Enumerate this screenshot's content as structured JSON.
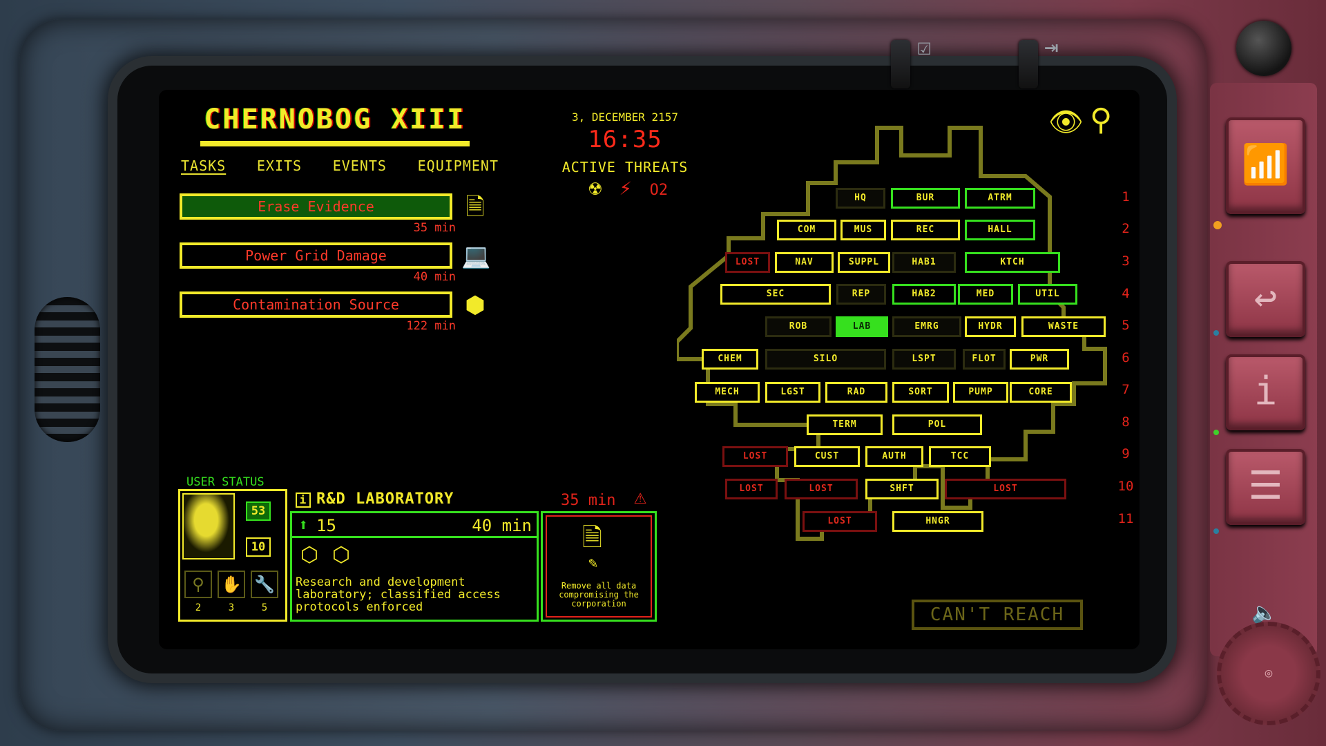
{
  "game": {
    "title": "CHERNOBOG XIII",
    "tabs": [
      "TASKS",
      "EXITS",
      "EVENTS",
      "EQUIPMENT"
    ],
    "active_tab": "TASKS"
  },
  "tasks": [
    {
      "label": "Erase Evidence",
      "time": "35 min",
      "icon": "document-icon",
      "active": true
    },
    {
      "label": "Power Grid Damage",
      "time": "40 min",
      "icon": "laptop-icon",
      "active": false
    },
    {
      "label": "Contamination Source",
      "time": "122 min",
      "icon": "ore-icon",
      "active": false
    }
  ],
  "header": {
    "date": "3, DECEMBER 2157",
    "clock": "16:35",
    "threats_label": "ACTIVE THREATS",
    "threat_icons": [
      "radiation-icon",
      "electric-hazard-icon",
      "oxygen-icon"
    ],
    "oxygen_label": "O2"
  },
  "map": {
    "rooms": [
      {
        "label": "HQ",
        "style": "dim"
      },
      {
        "label": "BUR",
        "style": "green"
      },
      {
        "label": "ATRM",
        "style": "green"
      },
      {
        "label": "COM",
        "style": "normal"
      },
      {
        "label": "MUS",
        "style": "normal"
      },
      {
        "label": "REC",
        "style": "normal"
      },
      {
        "label": "HALL",
        "style": "green"
      },
      {
        "label": "LOST",
        "style": "lost"
      },
      {
        "label": "NAV",
        "style": "normal"
      },
      {
        "label": "SUPPL",
        "style": "normal"
      },
      {
        "label": "HAB1",
        "style": "dim"
      },
      {
        "label": "KTCH",
        "style": "green"
      },
      {
        "label": "SEC",
        "style": "normal"
      },
      {
        "label": "REP",
        "style": "dim"
      },
      {
        "label": "HAB2",
        "style": "green"
      },
      {
        "label": "MED",
        "style": "green"
      },
      {
        "label": "UTIL",
        "style": "green"
      },
      {
        "label": "ROB",
        "style": "dim"
      },
      {
        "label": "LAB",
        "style": "active"
      },
      {
        "label": "EMRG",
        "style": "dim"
      },
      {
        "label": "HYDR",
        "style": "normal"
      },
      {
        "label": "WASTE",
        "style": "normal"
      },
      {
        "label": "CHEM",
        "style": "normal"
      },
      {
        "label": "SILO",
        "style": "dim"
      },
      {
        "label": "LSPT",
        "style": "dim"
      },
      {
        "label": "FLOT",
        "style": "dim"
      },
      {
        "label": "PWR",
        "style": "normal"
      },
      {
        "label": "MECH",
        "style": "normal"
      },
      {
        "label": "LGST",
        "style": "normal"
      },
      {
        "label": "RAD",
        "style": "normal"
      },
      {
        "label": "SORT",
        "style": "normal"
      },
      {
        "label": "PUMP",
        "style": "normal"
      },
      {
        "label": "CORE",
        "style": "normal"
      },
      {
        "label": "TERM",
        "style": "normal"
      },
      {
        "label": "POL",
        "style": "normal"
      },
      {
        "label": "LOST",
        "style": "lost"
      },
      {
        "label": "CUST",
        "style": "normal"
      },
      {
        "label": "AUTH",
        "style": "normal"
      },
      {
        "label": "TCC",
        "style": "normal"
      },
      {
        "label": "LOST",
        "style": "lost"
      },
      {
        "label": "LOST",
        "style": "lost"
      },
      {
        "label": "SHFT",
        "style": "normal"
      },
      {
        "label": "LOST",
        "style": "lost"
      },
      {
        "label": "LOST",
        "style": "lost"
      },
      {
        "label": "HNGR",
        "style": "normal"
      }
    ],
    "row_numbers": [
      "1",
      "2",
      "3",
      "4",
      "5",
      "6",
      "7",
      "8",
      "9",
      "10",
      "11"
    ],
    "cant_reach_label": "CAN'T REACH"
  },
  "user_status": {
    "label": "USER STATUS",
    "stat_green": "53",
    "stat_yellow": "10",
    "skills": [
      {
        "icon": "magnifier-icon",
        "count": "2"
      },
      {
        "icon": "hacking-icon",
        "count": "3"
      },
      {
        "icon": "wrench-icon",
        "count": "5"
      }
    ]
  },
  "room_info": {
    "title": "R&D LABORATORY",
    "count": "15",
    "time": "40 min",
    "description": "Research and development laboratory; classified access protocols enforced",
    "badges": [
      "shield-icon",
      "tools-icon"
    ]
  },
  "goal": {
    "time": "35 min",
    "description": "Remove all data compromising the corporation"
  },
  "colors": {
    "yellow": "#f2ea2a",
    "red": "#e2231a",
    "green": "#36e01e"
  }
}
